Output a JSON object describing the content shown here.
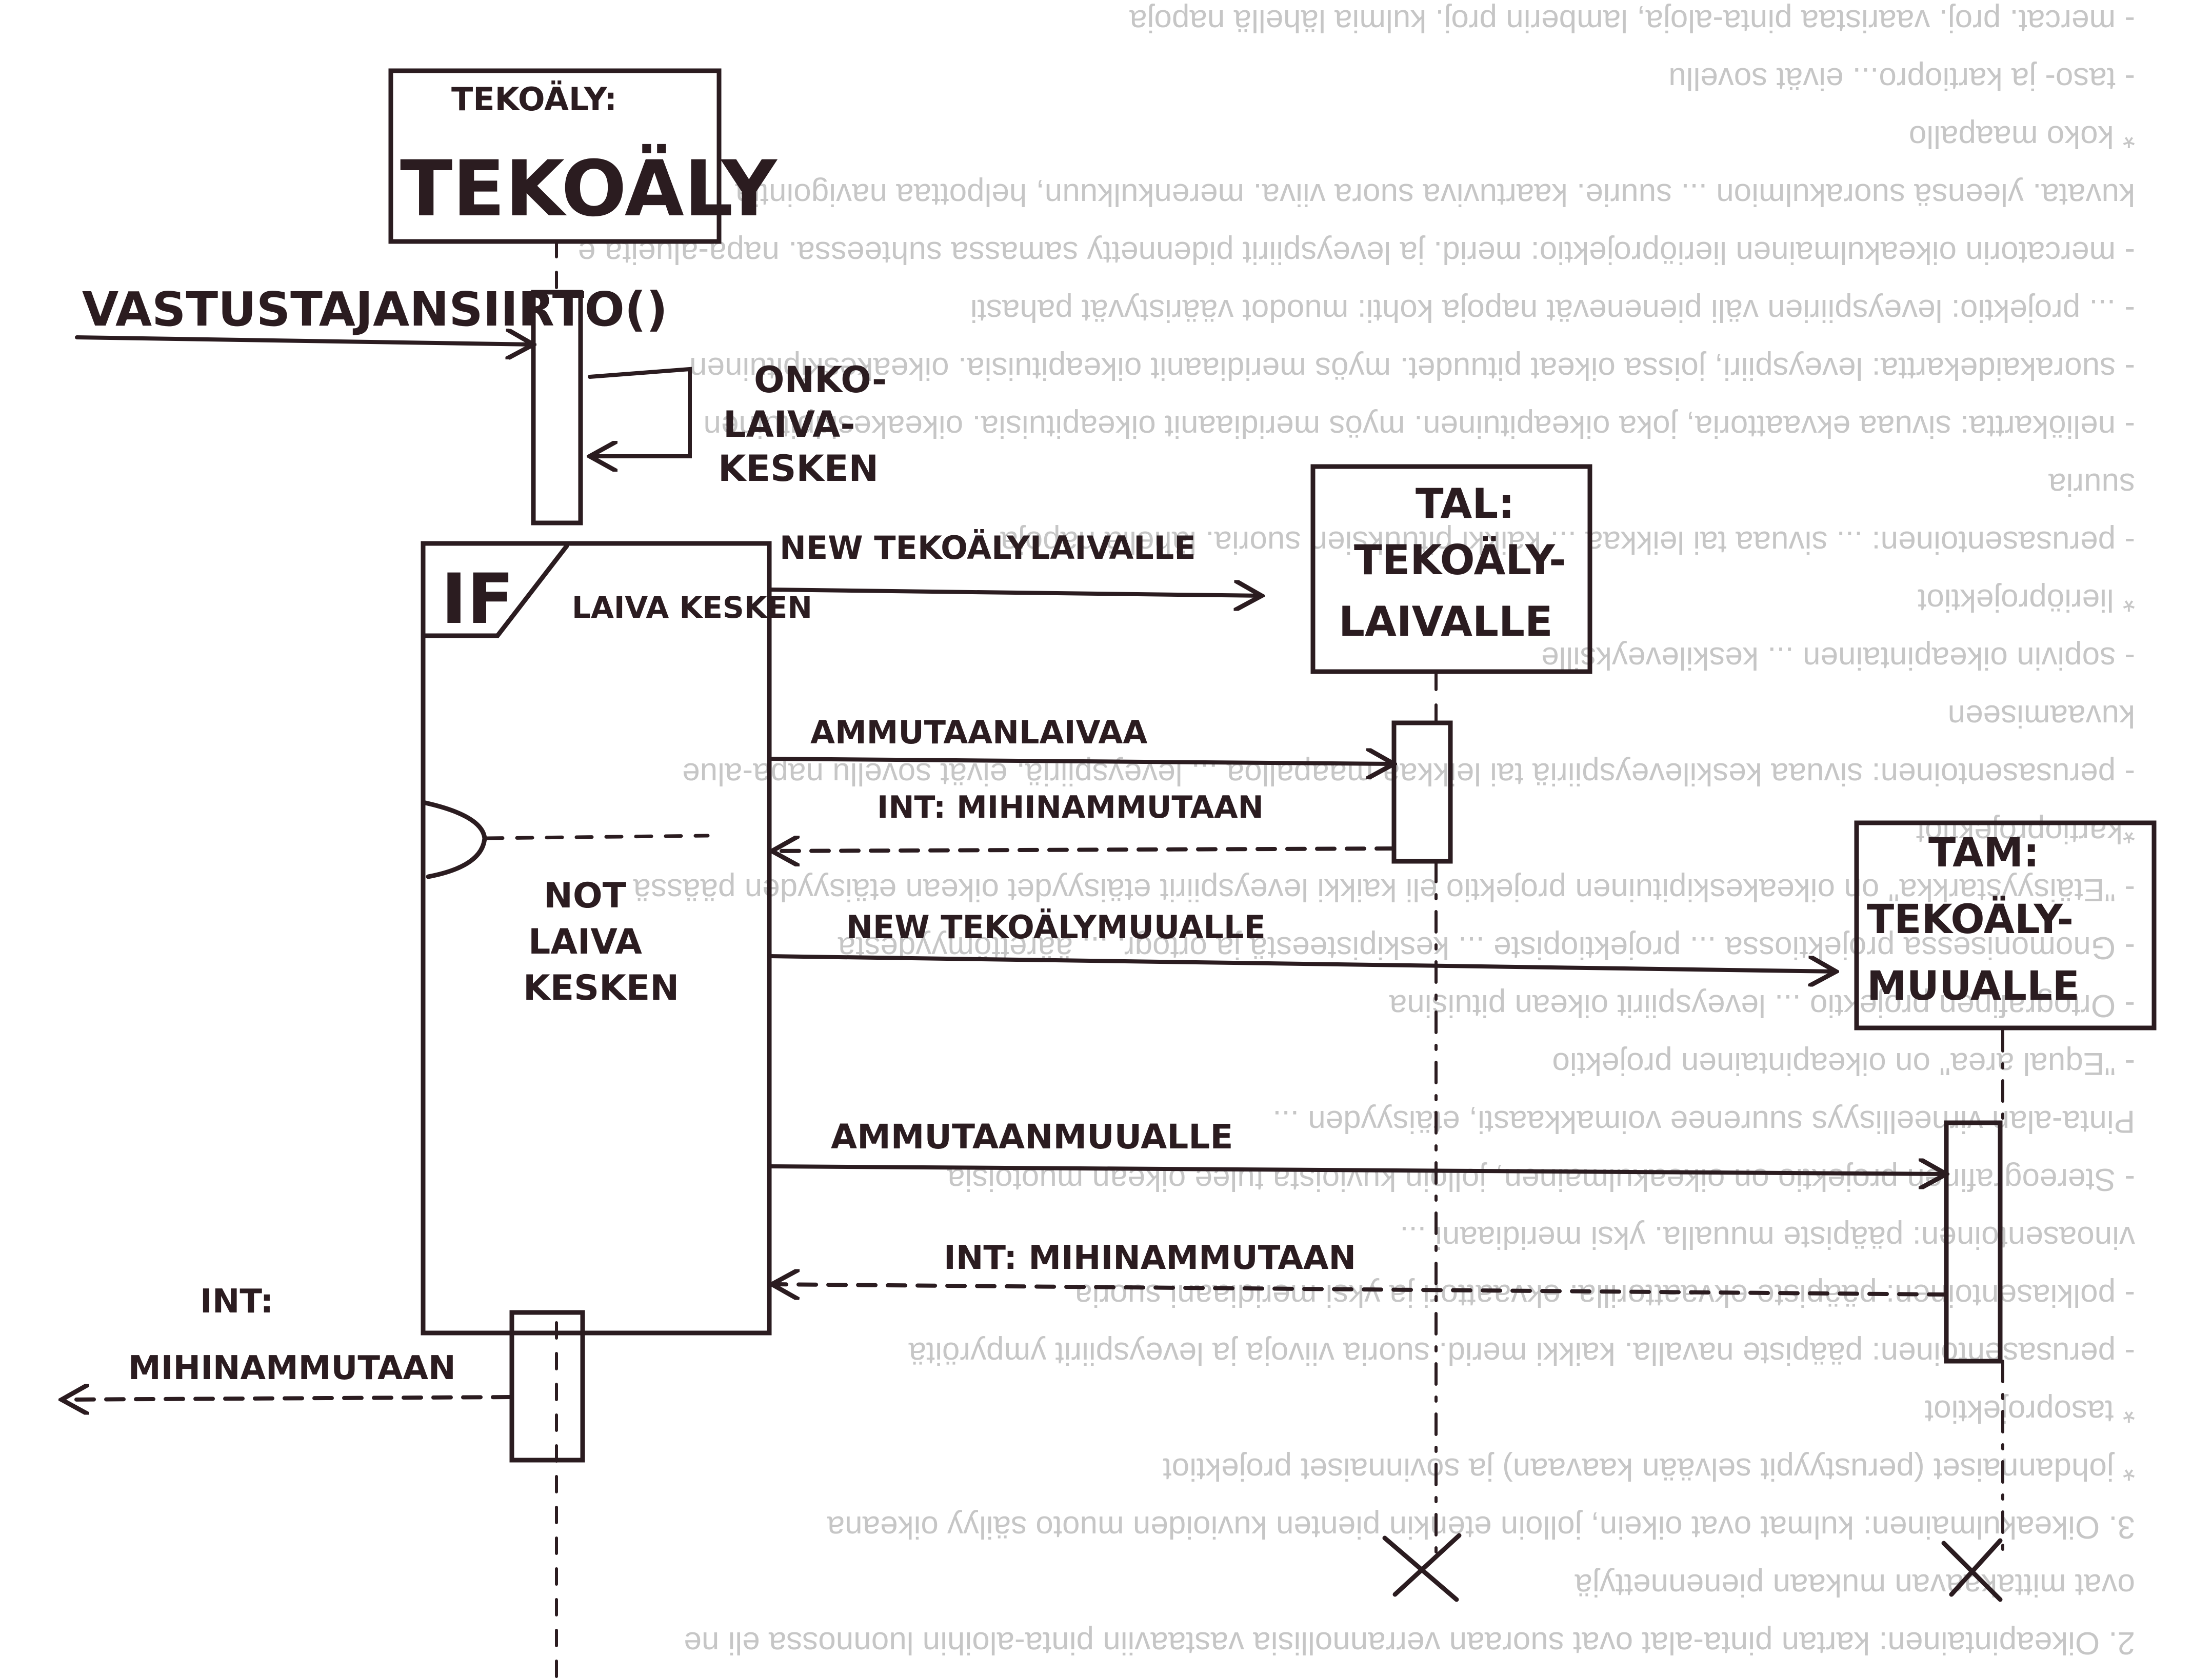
{
  "background_text": [
    "- mercat. proj. vaaristaa pinta-aloja, lamberin proj. kulmia lähellä napoja",
    "- taso- ja kartiopro... eivät sovellu",
    "* koko maapallo",
    "kuvata. yleensä suorakulmion ... suurie. kaartuviva suora viiva. merenkulkuun, helpottaa navigointia",
    "- mercatorin oikeakulmainen lieriöprojektio: merid. ja leveyspiirit pidennetty samassa suhteessa. napa-alueita e",
    "- ... projektio: leveyspiirien väli pienenevät napoja kohti: muodot vääristyvät pahasti",
    "- suorakaidekartta: leveyspiiri, joissa oikeat pituudet. myös meridiaanit oikeapituisia. oikeakeskipituinen",
    "- neliökartta: sivuaa ekvaattoria, joka oikeapituinen. myös meridiaanit oikeapituisia. oikeakeskipituinen",
    "suuria",
    "- perusasentoinen: ... sivuaa tai leikkaa ... kaikki pituuksien suoria. lähellä napoja",
    "* lieriöprojektiot",
    "- sopivin oikeapintainen ... keskileveyksille",
    "kuvaamiseen",
    "- perusasentoinen: sivuaa keskileveyspiiriä tai leikkaa maapalloa ... leveyspiiriä. eivät sovellu napa-alue",
    "*kartioprojektiot",
    "- \"Etäisyystarkka\" on oikeakeskipituinen projektio eli kaikki leveyspiirit etäisyydet oikean etäisyyden päässä",
    "- Gnomonisessa projektiossa ... projektiopiste ... keskipisteestä ja ortogr. ... äärettömyydestä",
    "- Ortografinen projektio ... leveyspiirit oikean pituisina",
    "- \"Equal area\" on oikeapintainen projektio",
    "Pinta-alan virheellisyys suurenee voimakkaasti, etäisyyden ...",
    "- Stereografinen projektio on oikeakulmainen, jolloin kuvioista tulee oikean muotoisia",
    "vinoasentoinen: pääpiste muualla. yksi meridiaani ...",
    "- polkiasentoinen: pääpiste ekvaattorilla. ekvaattori ja yksi meridiaani suoria",
    "- perusasentoinen: pääpiste navalla. kaikki merid. suoria viivoja ja leveyspiirit ympyröitä",
    "* tasoprojektiot",
    "* johdannaiset (perustyypit selvään kaavaan) ja sovinnaiset projektiot",
    "3. Oikeakulmainen: kulmat ovat oikein, jolloin etenkin pienten kuvioiden muoto säilyy oikeana",
    "ovat mittakaavan mukaan pienennettyjä",
    "2. Oikeapintainen: kartan pinta-alat ovat suoraan verrannollisia vastaaviin pinta-aloihin luonnossa eli ne"
  ],
  "diagram": {
    "participants": {
      "tekoaly": {
        "type_label": "TEKOÄLY:",
        "name_label": "TEKOÄLY"
      },
      "laivalle": {
        "line1": "TAL:",
        "line2": "TEKOÄLY-",
        "line3": "LAIVALLE"
      },
      "muualle": {
        "line1": "TAM:",
        "line2": "TEKOÄLY-",
        "line3": "MUUALLE"
      }
    },
    "messages": {
      "incoming_call": "VASTUSTAJANSIIRTO()",
      "self_check_line1": "ONKO-",
      "self_check_line2": "LAIVA-",
      "self_check_line3": "KESKEN",
      "new_laivalle": "NEW TEKOÄLYLAIVALLE",
      "ammutaan_laiva": "AMMUTAANLAIVAA",
      "return_laivalle": "INT: MIHINAMMUTAAN",
      "new_muualle": "NEW TEKOÄLYMUUALLE",
      "ammutaan_muualle": "AMMUTAANMUUALLE",
      "return_muualle": "INT: MIHINAMMUTAAN",
      "final_return_line1": "INT:",
      "final_return_line2": "MIHINAMMUTAAN"
    },
    "fragment": {
      "operator": "IF",
      "guard": "LAIVA KESKEN",
      "else_guard_line1": "NOT",
      "else_guard_line2": "LAIVA",
      "else_guard_line3": "KESKEN"
    }
  },
  "colors": {
    "ink": "#2b1c20",
    "paper": "#ffffff",
    "show_through": "#c6c6c6"
  }
}
